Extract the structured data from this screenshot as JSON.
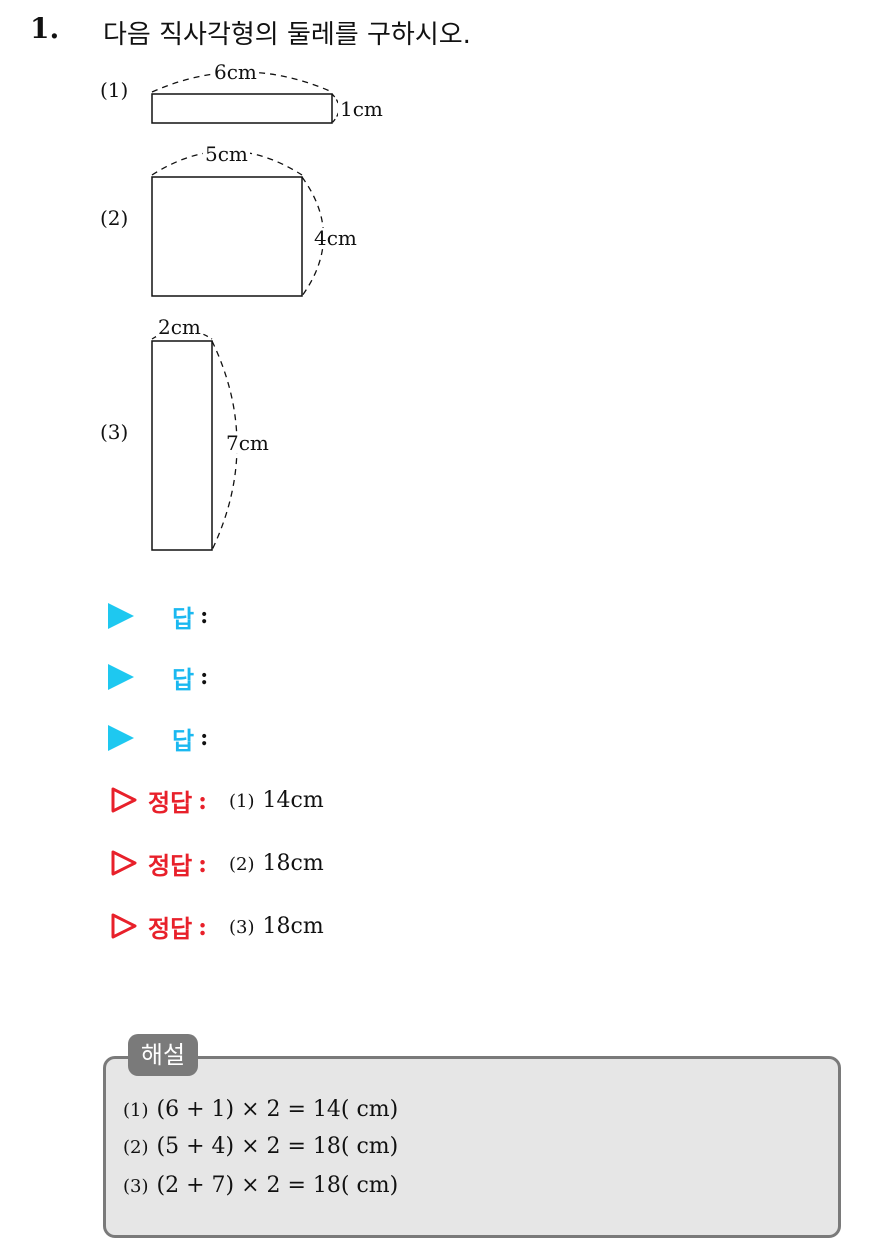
{
  "question": {
    "number": "1.",
    "text": "다음 직사각형의 둘레를 구하시오."
  },
  "figures": [
    {
      "label": "(1)",
      "width_label": "6cm",
      "height_label": "1cm"
    },
    {
      "label": "(2)",
      "width_label": "5cm",
      "height_label": "4cm"
    },
    {
      "label": "(3)",
      "width_label": "2cm",
      "height_label": "7cm"
    }
  ],
  "answer_rows": [
    {
      "label": "답",
      "colon": ":"
    },
    {
      "label": "답",
      "colon": ":"
    },
    {
      "label": "답",
      "colon": ":"
    }
  ],
  "correct_answers": [
    {
      "label": "정답",
      "colon": ":",
      "part": "(1)",
      "value": "14cm"
    },
    {
      "label": "정답",
      "colon": ":",
      "part": "(2)",
      "value": "18cm"
    },
    {
      "label": "정답",
      "colon": ":",
      "part": "(3)",
      "value": "18cm"
    }
  ],
  "solution": {
    "title": "해설",
    "lines": [
      {
        "part": "(1)",
        "expr": "(6 + 1) × 2 = 14( cm)"
      },
      {
        "part": "(2)",
        "expr": "(5 + 4) × 2 = 18( cm)"
      },
      {
        "part": "(3)",
        "expr": "(2 + 7) × 2 = 18( cm)"
      }
    ]
  },
  "colors": {
    "answer_accent": "#1ec8f0",
    "correct_accent": "#e8202a",
    "solution_box": "#e6e6e6",
    "solution_border": "#7a7a7a"
  },
  "icons": {
    "answer_marker": "filled-triangle-right-icon",
    "correct_marker": "outline-triangle-right-icon"
  }
}
